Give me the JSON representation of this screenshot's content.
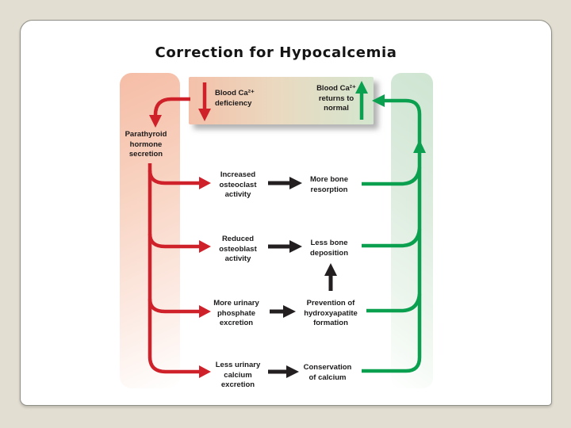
{
  "slide": {
    "title": "Correction for Hypocalcemia"
  },
  "colors": {
    "stimulus_red": "#cf2129",
    "response_green": "#0aa04f",
    "process_black": "#231f20",
    "slide_background": "#ffffff",
    "page_background": "#e3ded2"
  },
  "icons": {
    "box_left_icon": "down-arrow",
    "box_right_icon": "up-arrow"
  },
  "diagram": {
    "top_box": {
      "left_label": "Blood Ca²⁺\ndeficiency",
      "right_label": "Blood Ca²⁺\nreturns to\nnormal"
    },
    "hormone_label": "Parathyroid\nhormone\nsecretion",
    "rows": [
      {
        "left": "Increased\nosteoclast\nactivity",
        "right": "More bone\nresorption"
      },
      {
        "left": "Reduced\nosteoblast\nactivity",
        "right": "Less bone\ndeposition"
      },
      {
        "left": "More urinary\nphosphate\nexcretion",
        "right": "Prevention of\nhydroxyapatite\nformation"
      },
      {
        "left": "Less urinary\ncalcium\nexcretion",
        "right": "Conservation\nof calcium"
      }
    ]
  }
}
